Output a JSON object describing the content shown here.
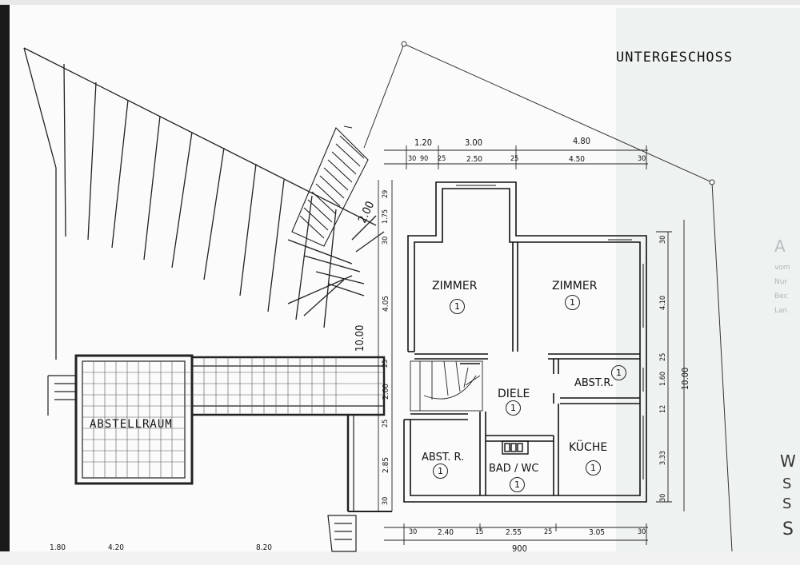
{
  "title": "UNTERGESCHOSS",
  "rooms": [
    {
      "name": "ZIMMER",
      "num": "1"
    },
    {
      "name": "ZIMMER",
      "num": "1"
    },
    {
      "name": "ABST.R.",
      "num": "1"
    },
    {
      "name": "DIELE",
      "num": "1"
    },
    {
      "name": "ABST. R.",
      "num": "1"
    },
    {
      "name": "BAD / WC",
      "num": "1"
    },
    {
      "name": "KÜCHE",
      "num": "1"
    }
  ],
  "storage": "ABSTELLRAUM",
  "dims_top": [
    "1.20",
    "3.00",
    "4.80",
    "30",
    "90",
    "25",
    "2.50",
    "25",
    "4.50",
    "30"
  ],
  "dims_bottom": [
    "30",
    "2.40",
    "15",
    "2.55",
    "25",
    "3.05",
    "30",
    "900",
    "1.80",
    "4.20",
    "8.20"
  ],
  "dims_left": [
    "29",
    "1.75",
    "30",
    "4.05",
    "10.00",
    "25",
    "2.00",
    "25",
    "2.85",
    "30",
    "2.00"
  ],
  "dims_right": [
    "30",
    "4.10",
    "25",
    "1.60",
    "12",
    "3.33",
    "30",
    "10.00"
  ],
  "margin_text": [
    "A",
    "vom",
    "Nur",
    "Bec",
    "Lan",
    "W",
    "S",
    "S",
    "S"
  ]
}
